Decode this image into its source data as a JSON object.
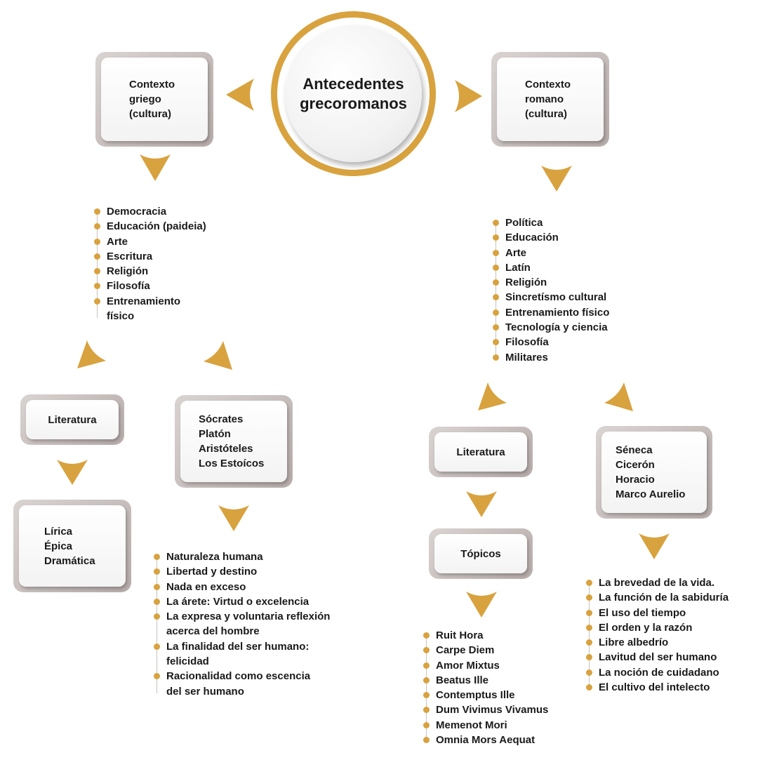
{
  "hub": {
    "line1": "Antecedentes",
    "line2": "grecoromanos"
  },
  "greek": {
    "context": [
      "Contexto",
      "griego",
      "(cultura)"
    ],
    "items": [
      "Democracia",
      "Educación (paideia)",
      "Arte",
      "Escritura",
      "Religión",
      "Filosofía",
      "Entrenamiento",
      "físico"
    ],
    "literatura": "Literatura",
    "genres": [
      "Lírica",
      "Épica",
      "Dramática"
    ],
    "philosophers": [
      "Sócrates",
      "Platón",
      "Aristóteles",
      "Los Estoícos"
    ],
    "topics": [
      "Naturaleza humana",
      "Libertad y destino",
      "Nada en exceso",
      "La árete: Virtud o excelencia",
      "La expresa y voluntaria reflexión",
      "acerca del hombre",
      "La finalidad del ser humano:",
      "felicidad",
      "Racionalidad como escencia",
      "del ser humano"
    ]
  },
  "roman": {
    "context": [
      "Contexto",
      "romano",
      "(cultura)"
    ],
    "items": [
      "Política",
      "Educación",
      "Arte",
      "Latín",
      "Religión",
      "Sincretísmo cultural",
      "Entrenamiento físico",
      "Tecnología y ciencia",
      "Filosofía",
      "Militares"
    ],
    "literatura": "Literatura",
    "topicos": "Tópicos",
    "topicos_items": [
      "Ruit Hora",
      "Carpe Diem",
      "Amor Mixtus",
      "Beatus Ille",
      "Contemptus Ille",
      "Dum Vivimus Vivamus",
      "Memenot Mori",
      "Omnia Mors Aequat"
    ],
    "philosophers": [
      "Séneca",
      "Cicerón",
      "Horacio",
      "Marco Aurelio"
    ],
    "themes": [
      "La brevedad de la vida.",
      "La función de la sabiduría",
      "El uso del tiempo",
      "El orden y la razón",
      "Libre albedrío",
      "Lavitud del ser humano",
      "La noción de cuidadano",
      "El cultivo del intelecto"
    ]
  },
  "colors": {
    "accent": "#d8a23e",
    "frame": "#c4bbb8"
  }
}
